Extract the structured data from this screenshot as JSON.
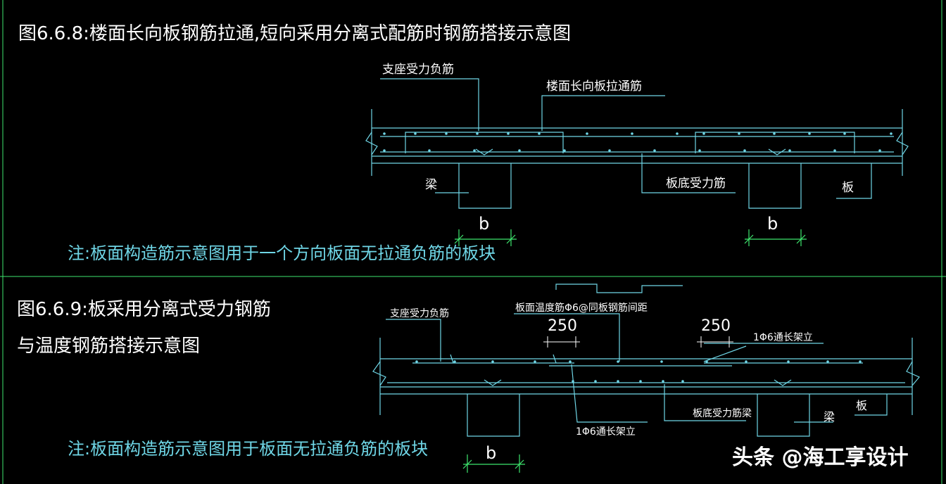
{
  "figure1": {
    "title": "图6.6.8:楼面长向板钢筋拉通,短向采用分离式配筋时钢筋搭接示意图",
    "labels": {
      "support_neg_rebar": "支座受力负筋",
      "long_through_rebar": "楼面长向板拉通筋",
      "beam": "梁",
      "bottom_rebar": "板底受力筋",
      "slab": "板",
      "b_left": "b",
      "b_right": "b"
    },
    "note": "注:板面构造筋示意图用于一个方向板面无拉通负筋的板块"
  },
  "figure2": {
    "title_line1": "图6.6.9:板采用分离式受力钢筋",
    "title_line2": "与温度钢筋搭接示意图",
    "labels": {
      "support_neg_rebar": "支座受力负筋",
      "temp_rebar": "板面温度筋Φ6@同板钢筋间距",
      "dim_250_left": "250",
      "dim_250_right": "250",
      "through_bar_right": "1Φ6通长架立",
      "through_bar_bottom": "1Φ6通长架立",
      "bottom_rebar_beam": "板底受力筋梁",
      "beam": "梁",
      "slab": "板",
      "b": "b"
    },
    "note": "注:板面构造筋示意图用于板面无拉通负筋的板块"
  },
  "watermark": "头条 @海工享设计",
  "colors": {
    "line": "#6fd6e6",
    "text": "#ffffff",
    "dim": "#3ee66e",
    "frame": "#3ee66e"
  }
}
